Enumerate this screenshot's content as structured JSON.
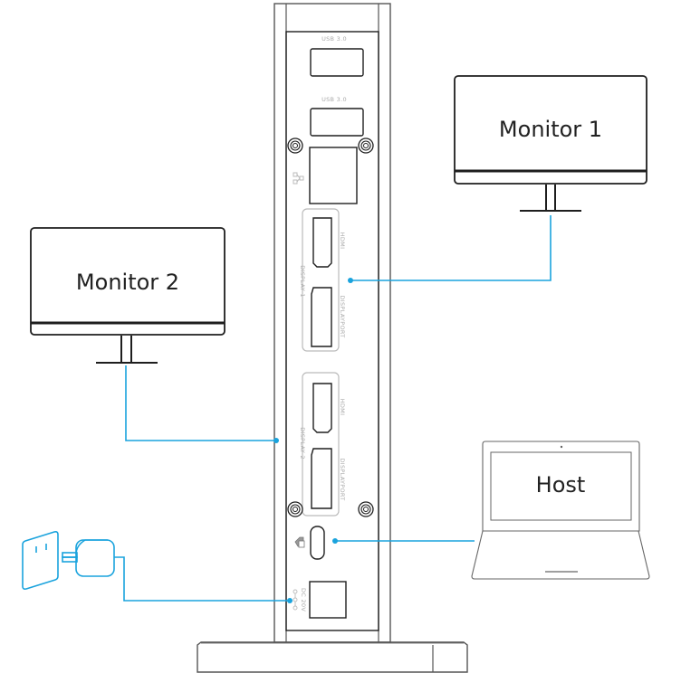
{
  "diagram": {
    "title": "Docking station connection diagram",
    "accent_color": "#1aa3dd",
    "devices": {
      "monitor1": {
        "label": "Monitor 1"
      },
      "monitor2": {
        "label": "Monitor 2"
      },
      "host": {
        "label": "Host"
      }
    },
    "dock": {
      "ports": {
        "usb1": "USB 3.0",
        "usb2": "USB 3.0",
        "ethernet_icon": "network-icon",
        "display1_group": "DISPLAY 1",
        "display1_hdmi": "HDMI",
        "display1_dp": "DISPLAYPORT",
        "display2_group": "DISPLAY 2",
        "display2_hdmi": "HDMI",
        "display2_dp": "DISPLAYPORT",
        "usbc_icon": "laptop-icon",
        "dc_in": "DC 20V"
      }
    },
    "connections": [
      {
        "from": "Monitor 1",
        "to": "DISPLAY 1"
      },
      {
        "from": "Monitor 2",
        "to": "DISPLAY 2"
      },
      {
        "from": "Host",
        "to": "USB-C"
      },
      {
        "from": "Power adapter",
        "to": "DC 20V"
      }
    ]
  }
}
